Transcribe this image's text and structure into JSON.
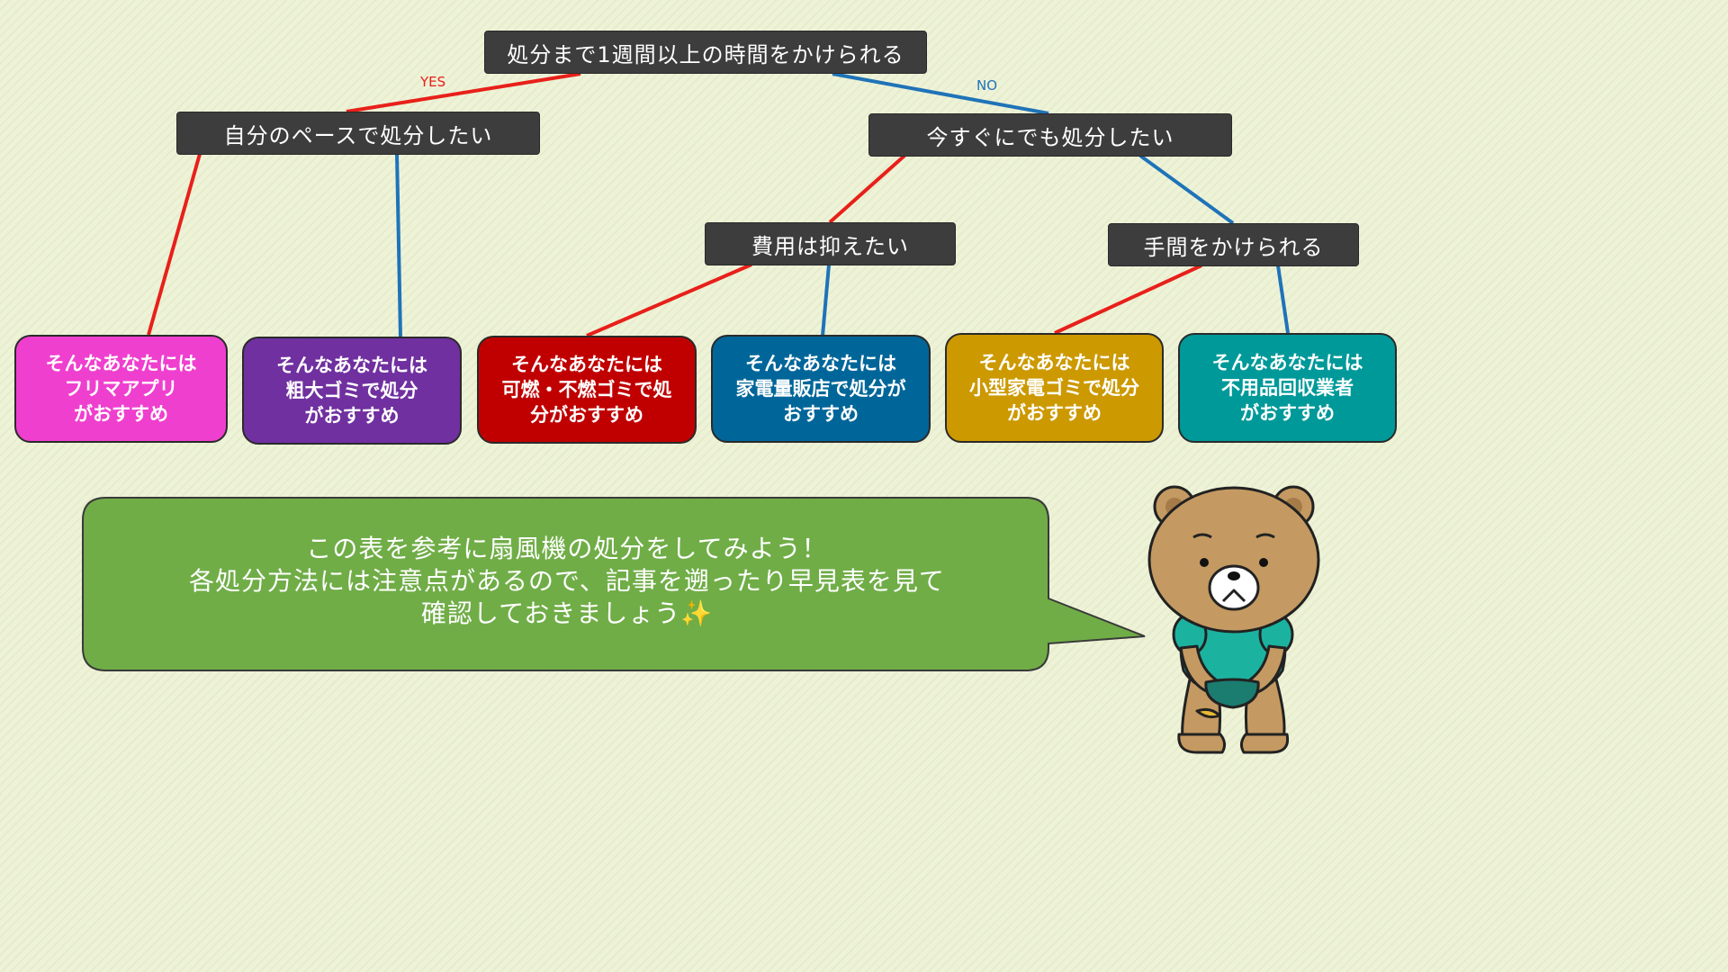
{
  "colors": {
    "yes": "#e8201a",
    "no": "#1f73b8",
    "node": "#3d3d3d",
    "bubble": "#70ad47"
  },
  "labels": {
    "yes": "YES",
    "no": "NO"
  },
  "root": "処分まで1週間以上の時間をかけられる",
  "q_left": "自分のペースで処分したい",
  "q_right": "今すぐにでも処分したい",
  "q_cost": "費用は抑えたい",
  "q_effort": "手間をかけられる",
  "results": [
    {
      "lines": [
        "そんなあなたには",
        "フリマアプリ",
        "がおすすめ"
      ],
      "color": "#ef3fcf"
    },
    {
      "lines": [
        "そんなあなたには",
        "粗大ゴミで処分",
        "がおすすめ"
      ],
      "color": "#7030a0"
    },
    {
      "lines": [
        "そんなあなたには",
        "可燃・不燃ゴミで処",
        "分がおすすめ"
      ],
      "color": "#c00000"
    },
    {
      "lines": [
        "そんなあなたには",
        "家電量販店で処分が",
        "おすすめ"
      ],
      "color": "#006699"
    },
    {
      "lines": [
        "そんなあなたには",
        "小型家電ゴミで処分",
        "がおすすめ"
      ],
      "color": "#cc9900"
    },
    {
      "lines": [
        "そんなあなたには",
        "不用品回収業者",
        "がおすすめ"
      ],
      "color": "#009999"
    }
  ],
  "bubble": {
    "lines": [
      "この表を参考に扇風機の処分をしてみよう！",
      "各処分方法には注意点があるので、記事を遡ったり早見表を見て",
      "確認しておきましょう✨"
    ]
  }
}
